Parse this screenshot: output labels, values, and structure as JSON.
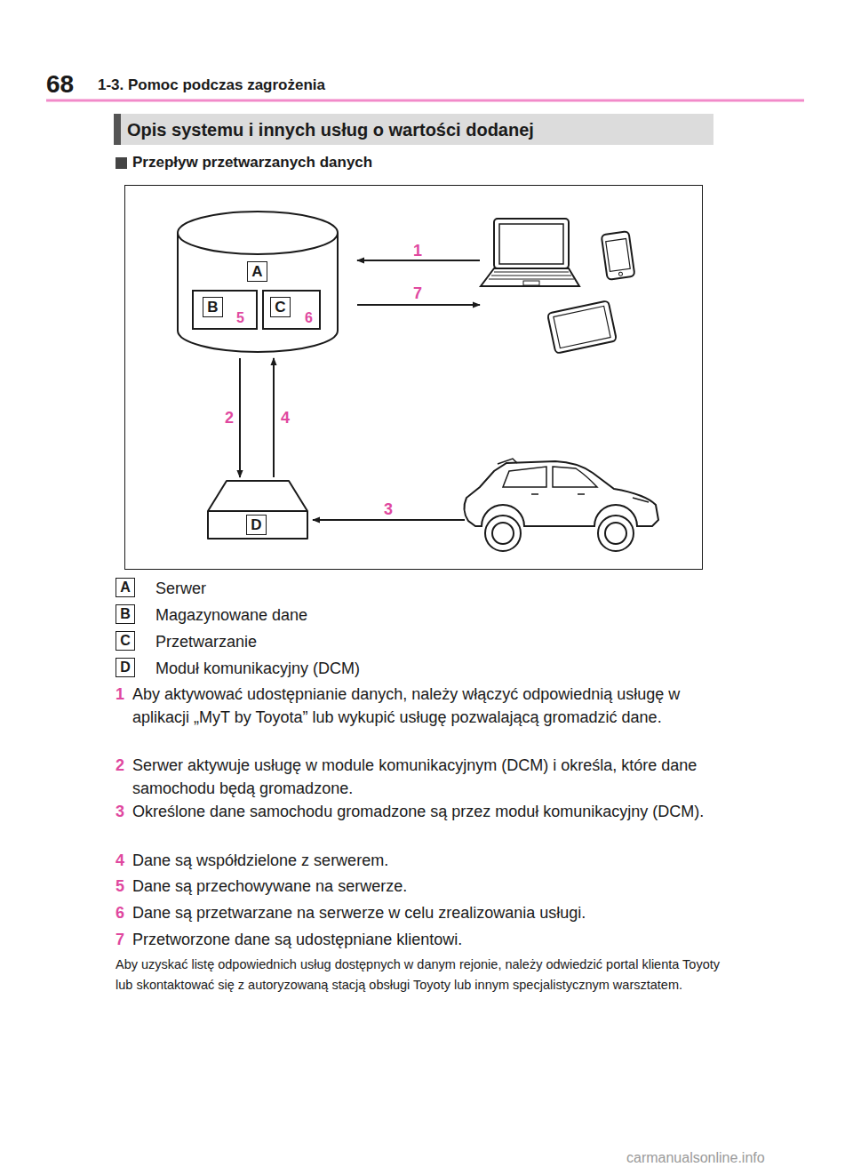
{
  "diagram": {
    "title": "Przepływ przetwarzanych danych",
    "nodes": [
      {
        "text": [
          "A"
        ]
      },
      {
        "text": [
          "B",
          "5"
        ],
        "in": 0
      },
      {
        "text": [
          "C",
          "6"
        ],
        "in": 0
      },
      {
        "text": [
          "D"
        ]
      }
    ],
    "edges": [
      {
        "from": 0,
        "to": 3,
        "arrow": "to",
        "label": "2"
      },
      {
        "from": 3,
        "to": 0,
        "arrow": "to",
        "label": "4"
      }
    ],
    "labels": [
      "68",
      "1-3. Pomoc podczas zagrożenia",
      "Opis systemu i innych usług o wartości dodanej",
      "1",
      "7",
      "3",
      "A",
      "Serwer",
      "B",
      "Magazynowane dane",
      "C",
      "Przetwarzanie",
      "D",
      "Moduł komunikacyjny (DCM)",
      "1",
      "Aby aktywować udostępnianie danych, należy włączyć odpowiednią usługę w aplikacji „MyT by Toyota” lub wykupić usługę pozwalającą gromadzić dane.",
      "2",
      "Serwer aktywuje usługę w module komunikacyjnym (DCM) i określa, które dane samochodu będą gromadzone.",
      "3",
      "Określone dane samochodu gromadzone są przez moduł komunikacyjny (DCM).",
      "4",
      "Dane są współdzielone z serwerem.",
      "5",
      "Dane są przechowywane na serwerze.",
      "6",
      "Dane są przetwarzane na serwerze w celu zrealizowania usługi.",
      "7",
      "Przetworzone dane są udostępniane klientowi.",
      "Aby uzyskać listę odpowiednich usług dostępnych w danym rejonie, należy odwiedzić portal klienta Toyoty lub skontaktować się z autoryzowaną stacją obsługi Toyoty lub innym specjalistycznym warsztatem.",
      "carmanualsonline.info"
    ]
  }
}
